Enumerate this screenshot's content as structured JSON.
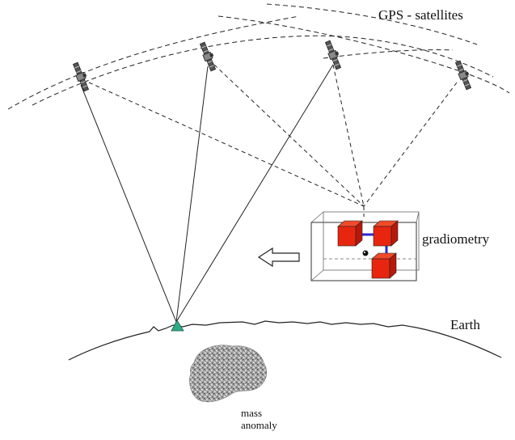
{
  "labels": {
    "satellites": "GPS - satellites",
    "gradiometry": "gradiometry",
    "earth": "Earth",
    "mass_anomaly_line1": "mass",
    "mass_anomaly_line2": "anomaly"
  },
  "colors": {
    "cube_fill": "#e8260f",
    "cube_top": "#f04a2a",
    "cube_side": "#b8180a",
    "connector": "#2a2ad0",
    "receiver": "#2faa88",
    "blob": "#9a9a9a",
    "line": "#222222"
  },
  "icons": [
    "satellite-icon",
    "gps-receiver-icon",
    "gradiometer-icon",
    "arrow-left-icon",
    "mass-anomaly-icon"
  ]
}
